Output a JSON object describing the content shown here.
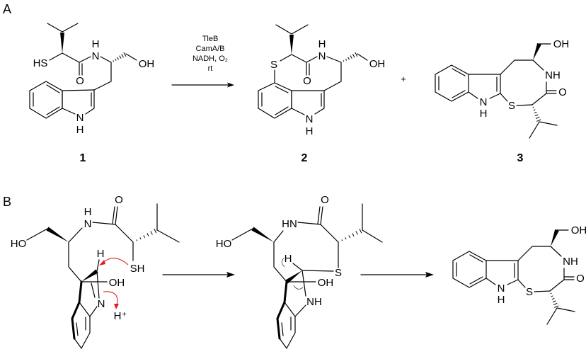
{
  "panel_labels": {
    "a": "A",
    "b": "B"
  },
  "scheme_a": {
    "reagents": [
      "TleB",
      "CamA/B",
      "NADH, O₂",
      "rt"
    ],
    "plus": "+",
    "compound_1": {
      "number": "1",
      "atoms": {
        "hs": "HS",
        "n": "N",
        "nh_h": "H",
        "o": "O",
        "oh": "OH",
        "indole_n": "N",
        "indole_h": "H"
      }
    },
    "compound_2": {
      "number": "2",
      "atoms": {
        "s": "S",
        "n": "N",
        "nh_h": "H",
        "o": "O",
        "oh": "OH",
        "indole_n": "N",
        "indole_h": "H"
      }
    },
    "compound_3": {
      "number": "3",
      "atoms": {
        "oh": "OH",
        "nh": "NH",
        "o": "O",
        "s": "S",
        "indole_n": "N",
        "indole_h": "H"
      }
    }
  },
  "scheme_b": {
    "intermediate_1": {
      "atoms": {
        "ho": "HO",
        "n": "N",
        "nh_h": "H",
        "o": "O",
        "sh": "SH",
        "h": "H",
        "oh": "OH",
        "n2": "N",
        "hplus": "H⁺"
      }
    },
    "intermediate_2": {
      "atoms": {
        "ho": "HO",
        "hn": "HN",
        "o": "O",
        "s": "S",
        "h": "H",
        "oh": "OH",
        "nh": "NH"
      }
    },
    "product": {
      "atoms": {
        "oh": "OH",
        "nh": "NH",
        "o": "O",
        "s": "S",
        "indole_n": "N",
        "indole_h": "H"
      }
    }
  },
  "colors": {
    "arrow_push": "#e02020",
    "ink": "#000000"
  }
}
